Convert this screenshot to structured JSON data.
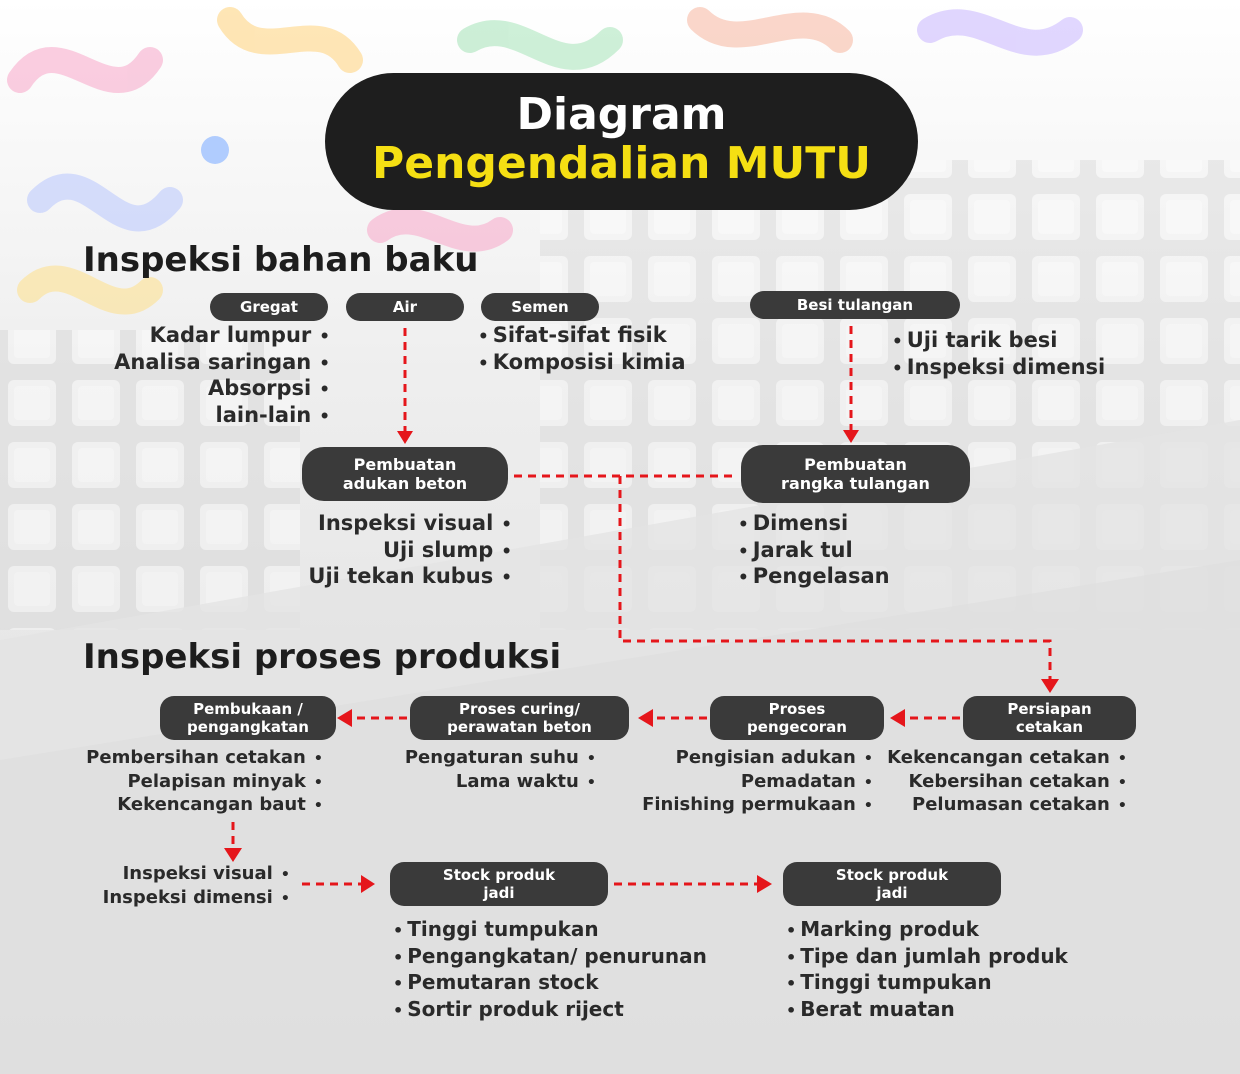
{
  "title": {
    "line1": "Diagram",
    "line2": "Pengendalian MUTU"
  },
  "sections": {
    "raw_materials": "Inspeksi bahan baku",
    "production": "Inspeksi proses produksi"
  },
  "raw": {
    "gregat": {
      "label": "Gregat",
      "items": [
        "Kadar lumpur",
        "Analisa saringan",
        "Absorpsi",
        "lain-lain"
      ]
    },
    "air": {
      "label": "Air"
    },
    "semen": {
      "label": "Semen",
      "items": [
        "Sifat-sifat fisik",
        "Komposisi kimia"
      ]
    },
    "besi": {
      "label": "Besi tulangan",
      "items": [
        "Uji tarik besi",
        "Inspeksi dimensi"
      ]
    }
  },
  "mix": {
    "line1": "Pembuatan",
    "line2": "adukan beton",
    "items": [
      "Inspeksi visual",
      "Uji slump",
      "Uji tekan kubus"
    ]
  },
  "frame": {
    "line1": "Pembuatan",
    "line2": "rangka tulangan",
    "items": [
      "Dimensi",
      "Jarak tul",
      "Pengelasan"
    ]
  },
  "process": {
    "persiapan": {
      "line1": "Persiapan",
      "line2": "cetakan",
      "items": [
        "Kekencangan cetakan",
        "Kebersihan cetakan",
        "Pelumasan cetakan"
      ]
    },
    "pengecoran": {
      "line1": "Proses",
      "line2": "pengecoran",
      "items": [
        "Pengisian adukan",
        "Pemadatan",
        "Finishing permukaan"
      ]
    },
    "curing": {
      "line1": "Proses curing/",
      "line2": "perawatan beton",
      "items": [
        "Pengaturan suhu",
        "Lama waktu"
      ]
    },
    "pembukaan": {
      "line1": "Pembukaan /",
      "line2": "pengangkatan",
      "items": [
        "Pembersihan cetakan",
        "Pelapisan minyak",
        "Kekencangan baut"
      ]
    },
    "inspection_after": {
      "items": [
        "Inspeksi visual",
        "Inspeksi dimensi"
      ]
    },
    "stock1": {
      "line1": "Stock produk",
      "line2": "jadi",
      "items": [
        "Tinggi tumpukan",
        "Pengangkatan/ penurunan",
        "Pemutaran stock",
        "Sortir produk riject"
      ]
    },
    "stock2": {
      "line1": "Stock produk",
      "line2": "jadi",
      "items": [
        "Marking produk",
        "Tipe dan jumlah produk",
        "Tinggi tumpukan",
        "Berat muatan"
      ]
    }
  },
  "colors": {
    "pill": "#3a3a3a",
    "title_bg": "#1e1e1e",
    "title_accent": "#f5df13",
    "arrow": "#e5161b"
  }
}
